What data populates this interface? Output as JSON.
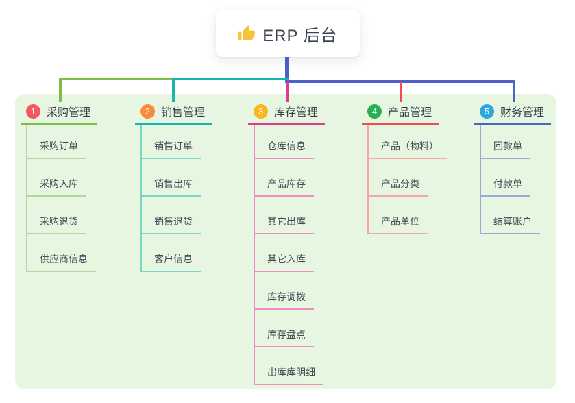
{
  "root": {
    "label": "ERP 后台",
    "icon": "thumbs-up-icon"
  },
  "colors": {
    "canvas_bg": "#ffffff",
    "panel_bg": "#E7F6E1",
    "stem": "#4E5FCB",
    "root_text": "#394557",
    "branch_label_text": "#333F4B",
    "item_text": "#414C56",
    "thumb_icon": "#F9C23C",
    "badge_text": "#ffffff"
  },
  "branches": [
    {
      "index": "1",
      "label": "采购管理",
      "badge_color": "#F2595F",
      "line_color": "#7FBE45",
      "sub_line_color": "#AEDB9D",
      "children": [
        "采购订单",
        "采购入库",
        "采购退货",
        "供应商信息"
      ]
    },
    {
      "index": "2",
      "label": "销售管理",
      "badge_color": "#FA8B3C",
      "line_color": "#19B5AC",
      "sub_line_color": "#79D4CC",
      "children": [
        "销售订单",
        "销售出库",
        "销售退货",
        "客户信息"
      ]
    },
    {
      "index": "3",
      "label": "库存管理",
      "badge_color": "#FDB51E",
      "line_color": "#E03B92",
      "sub_line_color": "#EF8CBF",
      "children": [
        "仓库信息",
        "产品库存",
        "其它出库",
        "其它入库",
        "库存调拨",
        "库存盘点",
        "出库库明细"
      ]
    },
    {
      "index": "4",
      "label": "产品管理",
      "badge_color": "#2BAE55",
      "line_color": "#F44B4F",
      "sub_line_color": "#F9A5A2",
      "children": [
        "产品（物料）",
        "产品分类",
        "产品单位"
      ]
    },
    {
      "index": "5",
      "label": "财务管理",
      "badge_color": "#2EA7E0",
      "line_color": "#4467C5",
      "sub_line_color": "#96AADC",
      "children": [
        "回款单",
        "付款单",
        "结算账户"
      ]
    }
  ]
}
